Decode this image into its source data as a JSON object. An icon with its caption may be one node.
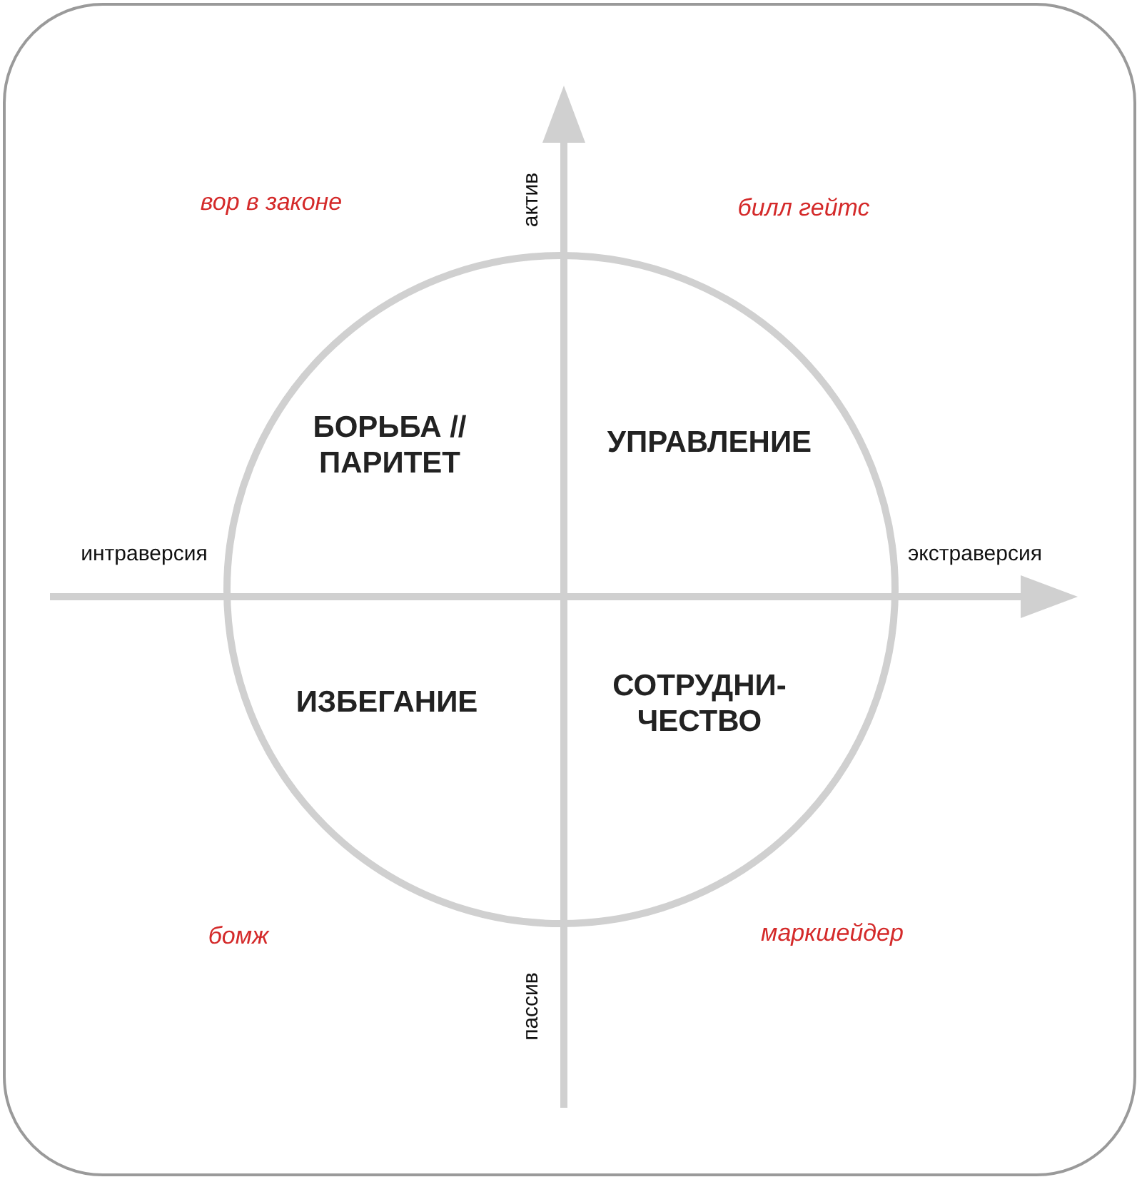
{
  "diagram": {
    "nodes": [
      {
        "text": [
          "БОРЬБА // ПАРИТЕТ",
          "УПРАВЛЕНИЕ",
          "ИЗБЕГАНИЕ",
          "СОТРУДНИ- ЧЕСТВО"
        ]
      }
    ],
    "labels": [
      "вор в законе",
      "актив",
      "билл гейтс",
      "интраверсия",
      "экстраверсия",
      "бомж",
      "пассив",
      "маркшейдер"
    ]
  }
}
